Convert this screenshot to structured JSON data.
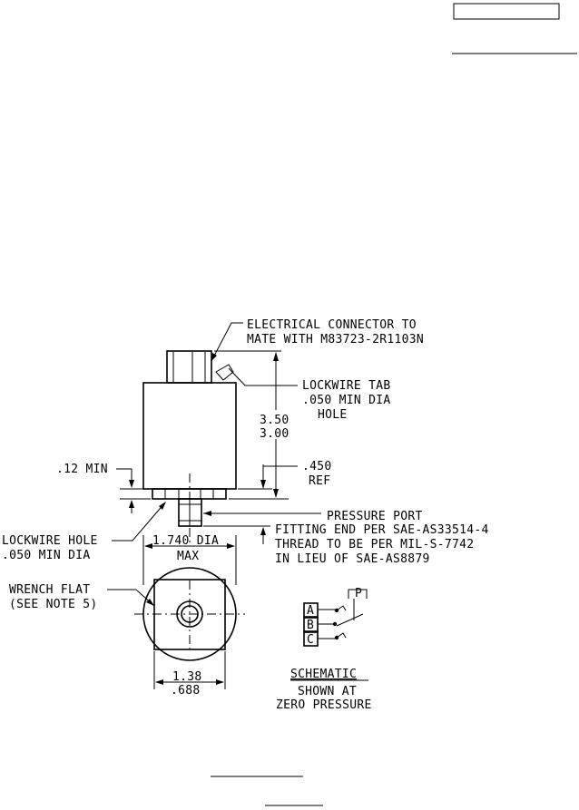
{
  "callouts": {
    "electrical_connector_line1": "ELECTRICAL CONNECTOR TO",
    "electrical_connector_line2": "MATE WITH M83723-2R1103N",
    "lockwire_tab_line1": "LOCKWIRE TAB",
    "lockwire_tab_line2": ".050 MIN DIA",
    "lockwire_tab_line3": "HOLE",
    "lockwire_hole_line1": "LOCKWIRE HOLE",
    "lockwire_hole_line2": ".050 MIN DIA",
    "pressure_port": "PRESSURE PORT",
    "fitting_line1": "FITTING END PER SAE-AS33514-4",
    "fitting_line2": "THREAD TO BE PER MIL-S-7742",
    "fitting_line3": "IN LIEU OF SAE-AS8879",
    "wrench_flat_line1": "WRENCH FLAT",
    "wrench_flat_line2": "(SEE NOTE 5)"
  },
  "dimensions": {
    "height_max": "3.50",
    "height_min": "3.00",
    "min_12": ".12 MIN",
    "ref_450": ".450",
    "ref_label": "REF",
    "dia_1740": "1.740 DIA",
    "max_label": "MAX",
    "flat_138": "1.38",
    "flat_688": ".688"
  },
  "schematic": {
    "pins": [
      "A",
      "B",
      "C"
    ],
    "p_label": "P",
    "title": "SCHEMATIC",
    "caption_line1": "SHOWN AT",
    "caption_line2": "ZERO PRESSURE"
  }
}
